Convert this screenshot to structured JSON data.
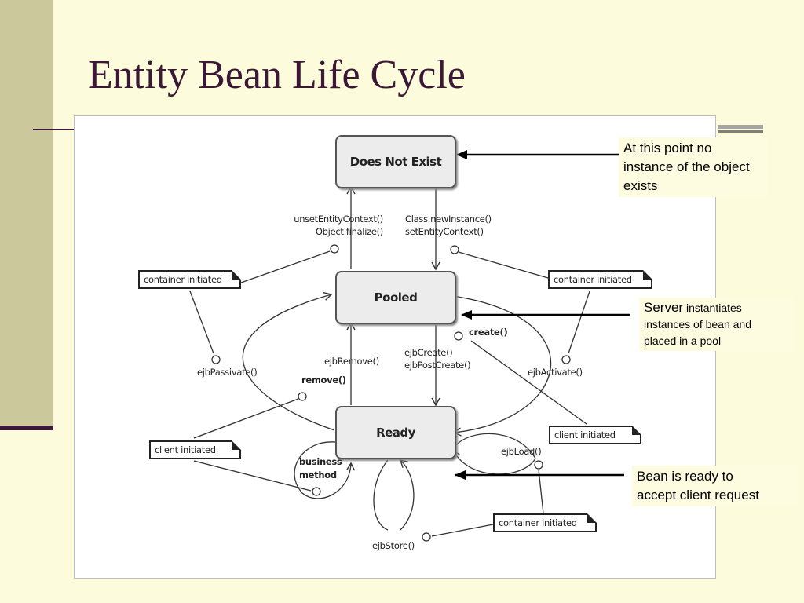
{
  "slide": {
    "title": "Entity Bean Life Cycle"
  },
  "diagram": {
    "states": {
      "does_not_exist": "Does Not  Exist",
      "pooled": "Pooled",
      "ready": "Ready"
    },
    "transitions": {
      "unset_context": [
        "unsetEntityContext()",
        "Object.finalize()"
      ],
      "new_instance": [
        "Class.newInstance()",
        "setEntityContext()"
      ],
      "ejb_remove": "ejbRemove()",
      "remove": "remove()",
      "ejb_create": [
        "ejbCreate()",
        "ejbPostCreate()"
      ],
      "create": "create()",
      "ejb_passivate": "ejbPassivate()",
      "ejb_activate": "ejbActivate()",
      "ejb_load": "ejbLoad()",
      "ejb_store": "ejbStore()",
      "business_method": [
        "business",
        "method"
      ]
    },
    "notes": {
      "container_initiated_left": "container initiated",
      "container_initiated_right": "container initiated",
      "client_initiated_left": "client initiated",
      "client_initiated_right": "client initiated",
      "container_initiated_bottom": "container initiated"
    }
  },
  "callouts": {
    "does_not_exist": [
      "At this point no",
      "instance of the object",
      "exists"
    ],
    "pooled": {
      "lead": "Server",
      "rest": [
        "instantiates",
        "instances of bean and",
        "placed in a pool"
      ]
    },
    "ready": [
      "Bean is ready to",
      "accept client request"
    ]
  }
}
